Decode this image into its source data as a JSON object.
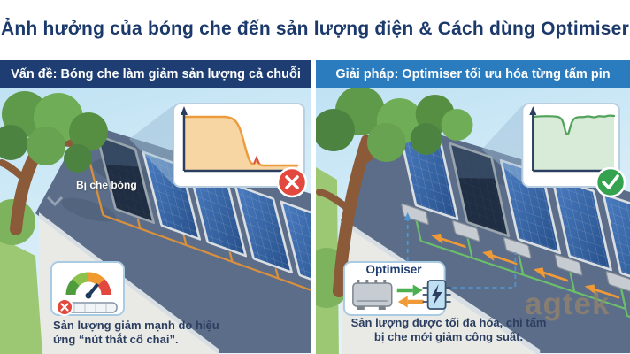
{
  "title": "Ảnh hưởng của bóng che đến sản lượng điện & Cách dùng Optimiser",
  "watermark": "agtek",
  "left": {
    "header": "Vấn đề: Bóng che làm giảm sản lượng cả chuỗi",
    "shaded_label": "Bị che bóng",
    "caption": "Sản lượng giảm mạnh do hiệu ứng “nút thắt cổ chai”.",
    "status_icon": "x-icon",
    "gauge_icon": "gauge-icon"
  },
  "right": {
    "header": "Giải pháp: Optimiser tối ưu hóa từng tấm pin",
    "card_title": "Optimiser",
    "caption": "Sản lượng được tối đa hóa, chỉ tấm bị che mới giảm công suất.",
    "status_icon": "check-icon",
    "flow_icons": [
      "arrow-right-icon",
      "arrow-left-icon",
      "inverter-bolt-icon"
    ]
  },
  "chart_data": [
    {
      "type": "area",
      "context": "left-panel mini chart: string output collapses when one panel is shaded",
      "x": "time",
      "y": "power",
      "shape_pct": [
        100,
        100,
        98,
        55,
        14,
        10,
        18,
        10,
        10
      ],
      "line_color": "#EC9C3C",
      "fill_color": "#F7D6A4",
      "badge": "x",
      "badge_color": "#E2483D"
    },
    {
      "type": "area",
      "context": "right-panel mini chart: output stays high, only a small dip on the shaded panel",
      "x": "time",
      "y": "power",
      "shape_pct": [
        96,
        96,
        95,
        66,
        94,
        92,
        96,
        93,
        96
      ],
      "line_color": "#53A35D",
      "fill_color": "#D8EBD8",
      "badge": "check",
      "badge_color": "#35A24F"
    }
  ],
  "colors": {
    "title_text": "#1B3A6B",
    "left_banner_bg": "#1E3D72",
    "right_banner_bg": "#2B7CBE",
    "banner_text": "#FFFFFF",
    "sky": "#C5E5F4",
    "roof": "#5B6D88",
    "wall": "#E9EAE6",
    "panel_blue": "#3A66AC",
    "shaded_panel": "#202E44",
    "cable_orange": "#D8903E",
    "wire_green": "#6CBF6A",
    "arrow_orange": "#F09A37",
    "dashed_blue": "#4F93CF",
    "error_red": "#E2483D",
    "success_green": "#35A24F",
    "caption_text": "#2C3E60",
    "watermark": "#98836B"
  }
}
